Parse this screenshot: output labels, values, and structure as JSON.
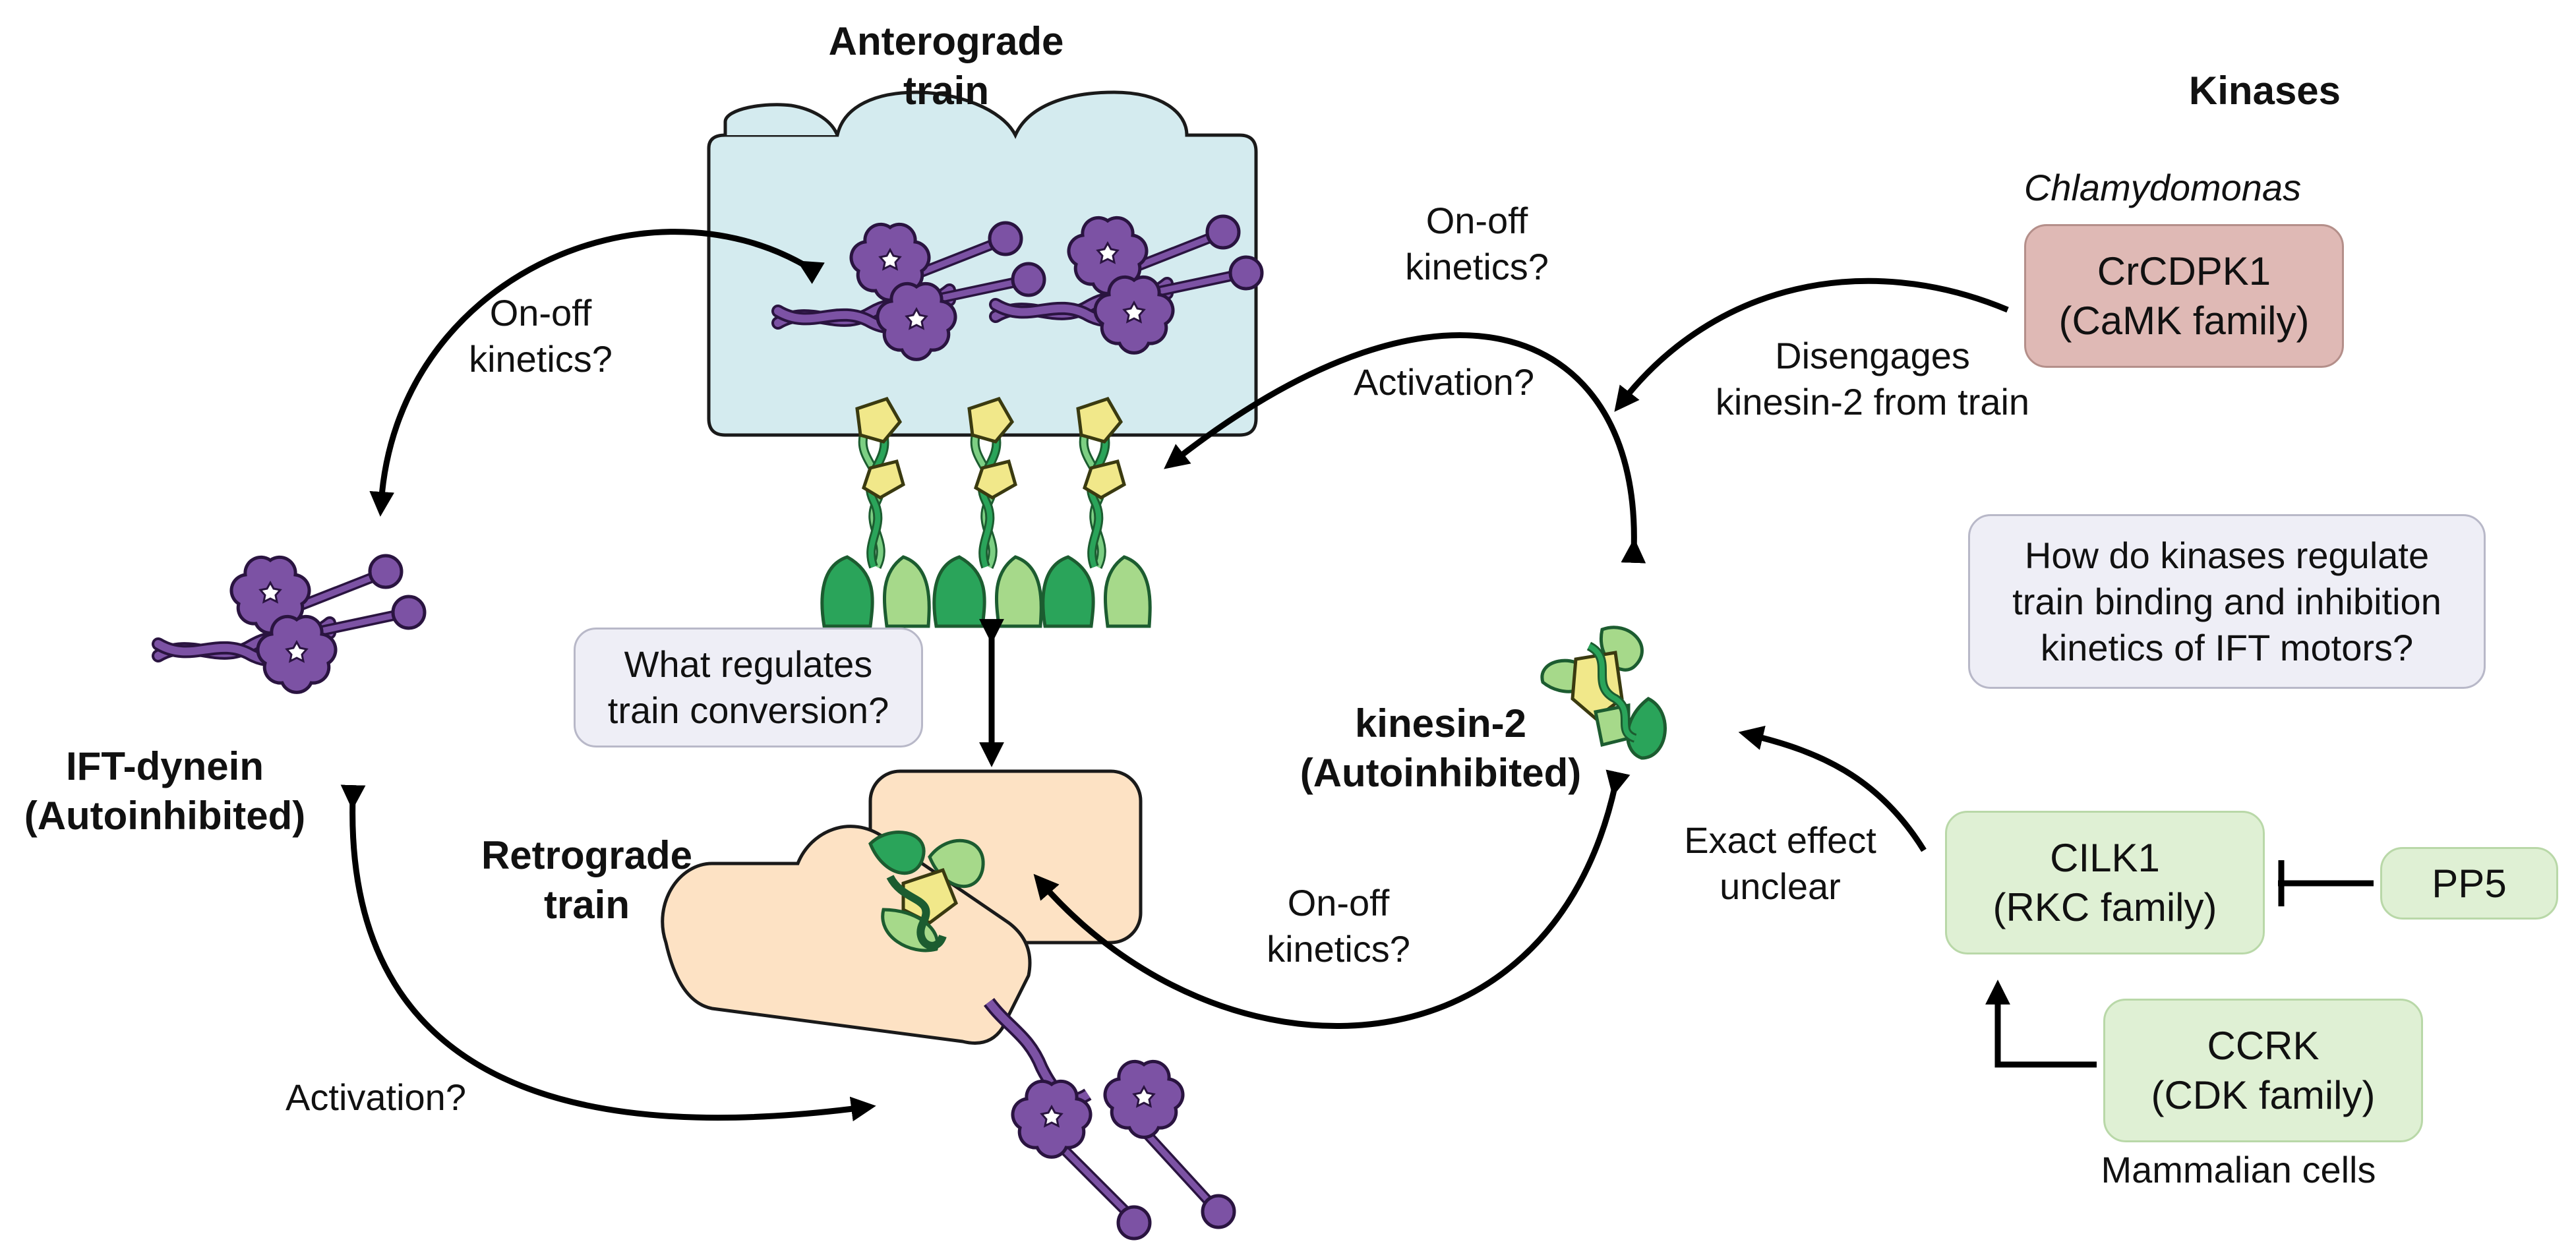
{
  "labels": {
    "anterograde_train": [
      "Anterograde",
      "train"
    ],
    "retrograde_train": [
      "Retrograde",
      "train"
    ],
    "ift_dynein": [
      "IFT-dynein",
      "(Autoinhibited)"
    ],
    "kinesin2": [
      "kinesin-2",
      "(Autoinhibited)"
    ],
    "kinases_title": "Kinases",
    "chlamydomonas": "Chlamydomonas",
    "mammalian_cells": "Mammalian cells"
  },
  "annotations": {
    "onoff_left": [
      "On-off",
      "kinetics?"
    ],
    "onoff_top": [
      "On-off",
      "kinetics?"
    ],
    "activation_top": "Activation?",
    "disengages": [
      "Disengages",
      "kinesin-2 from train"
    ],
    "onoff_bottom": [
      "On-off",
      "kinetics?"
    ],
    "activation_bottom": "Activation?",
    "exact_effect": [
      "Exact effect",
      "unclear"
    ]
  },
  "boxes": {
    "train_conversion": [
      "What regulates",
      "train conversion?"
    ],
    "kinases_question": [
      "How do kinases regulate",
      "train binding and inhibition",
      "kinetics of IFT motors?"
    ],
    "crcdpk1": [
      "CrCDPK1",
      "(CaMK family)"
    ],
    "cilk1": [
      "CILK1",
      "(RKC family)"
    ],
    "pp5": "PP5",
    "ccrk": [
      "CCRK",
      "(CDK family)"
    ]
  },
  "colors": {
    "dynein": "#7c52a4",
    "dynein_dark": "#2a1440",
    "anterograde_bg": "#d4ebef",
    "retrograde_bg": "#fde2c4",
    "kinesin_dark_green": "#2aa45a",
    "kinesin_light_green": "#a6d98a",
    "kinesin_yellow": "#f1e88a",
    "crcdpk1_bg": "#dfb9b5",
    "kinase_green_bg": "#dff0d4",
    "question_bg": "#eeeef6"
  }
}
